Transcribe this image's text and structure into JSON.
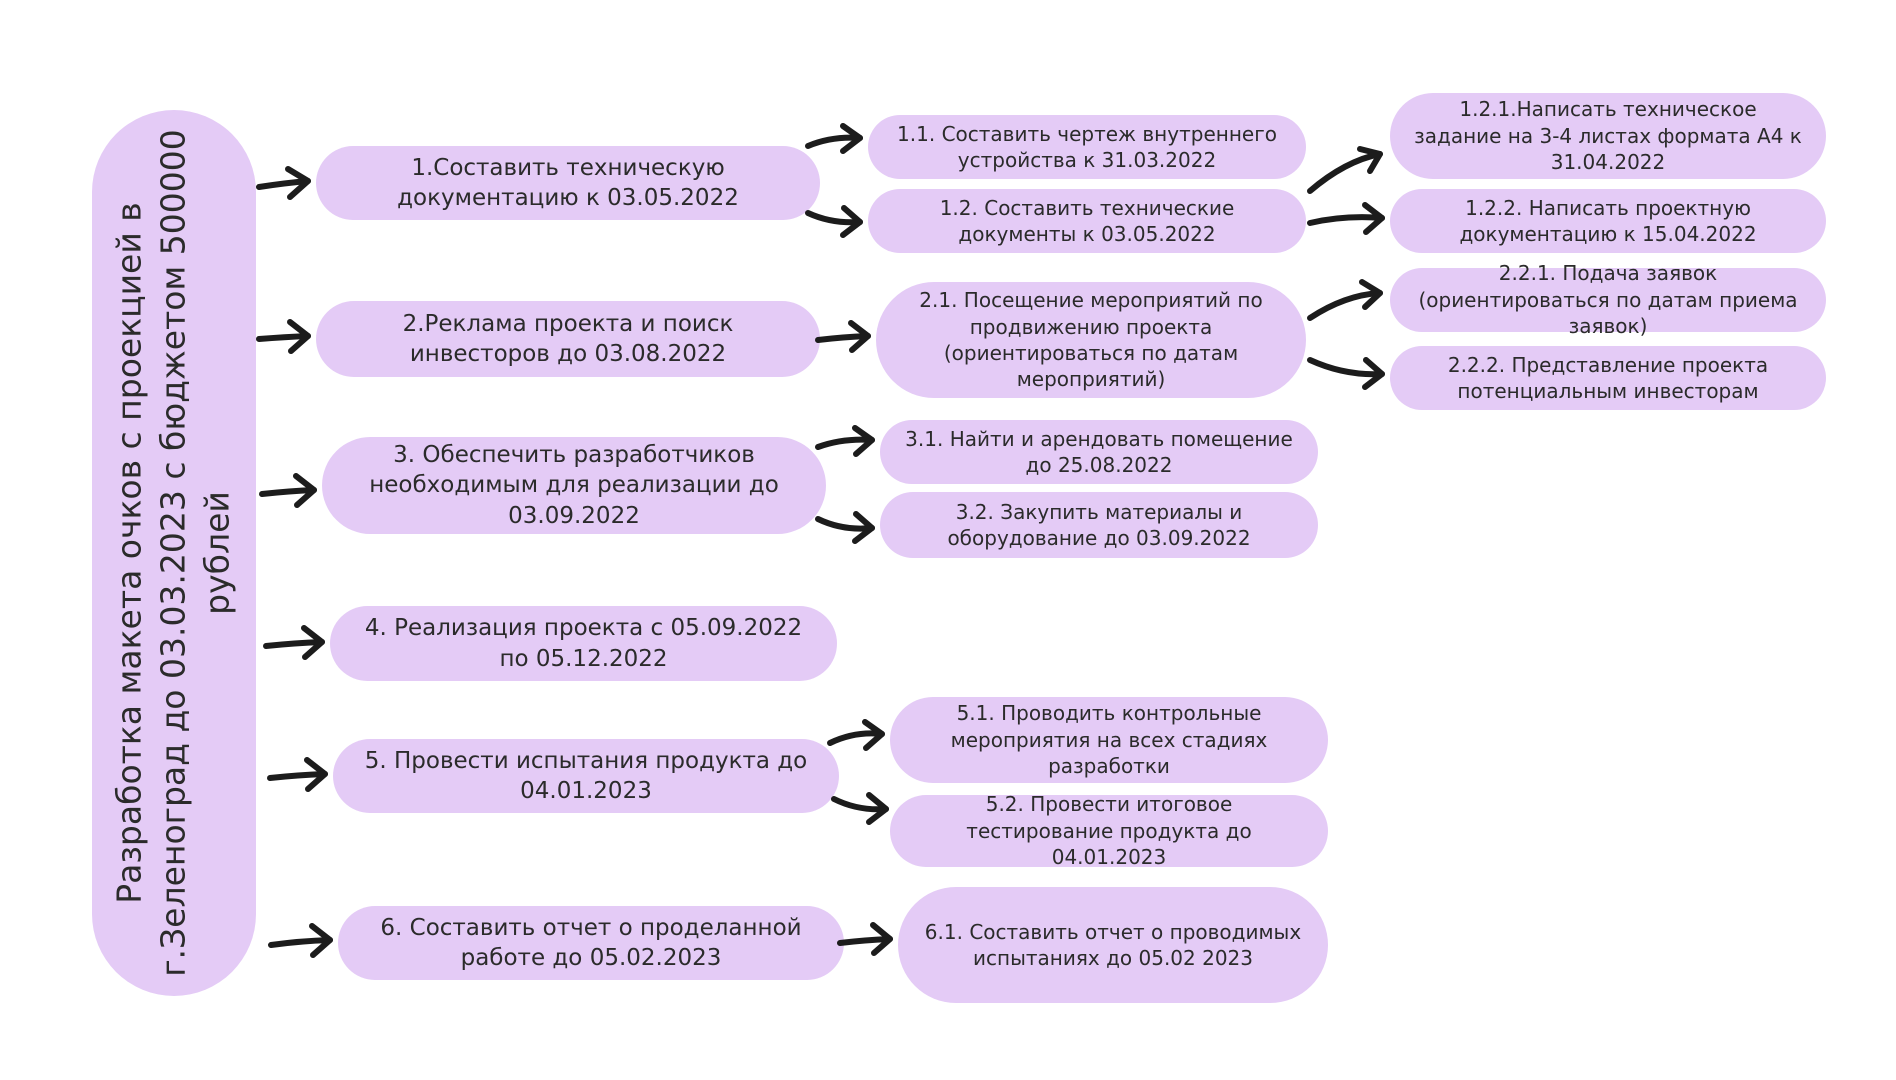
{
  "root": {
    "text": "Разработка макета очков с проекцией в г.Зеленоград до 03.03.2023 с бюджетом 500000 рублей"
  },
  "tasks": {
    "t1": "1.Составить техническую документацию к 03.05.2022",
    "t2": "2.Реклама проекта и поиск инвесторов до 03.08.2022",
    "t3": "3. Обеспечить разработчиков необходимым для реализации до 03.09.2022",
    "t4": "4. Реализация проекта с 05.09.2022 по 05.12.2022",
    "t5": "5. Провести испытания продукта до 04.01.2023",
    "t6": "6. Составить отчет о проделанной работе до 05.02.2023"
  },
  "subtasks": {
    "s1_1": "1.1. Составить чертеж внутреннего устройства к 31.03.2022",
    "s1_2": "1.2. Составить технические документы к 03.05.2022",
    "s2_1": "2.1. Посещение мероприятий по продвижению проекта (ориентироваться по датам мероприятий)",
    "s3_1": "3.1. Найти и арендовать помещение до 25.08.2022",
    "s3_2": "3.2. Закупить материалы и оборудование до 03.09.2022",
    "s5_1": "5.1. Проводить контрольные мероприятия на всех стадиях разработки",
    "s5_2": "5.2. Провести итоговое тестирование продукта до 04.01.2023",
    "s6_1": "6.1. Составить отчет о проводимых испытаниях до 05.02 2023"
  },
  "subsubtasks": {
    "s1_2_1": "1.2.1.Написать техническое задание на 3-4 листах формата А4 к 31.04.2022",
    "s1_2_2": "1.2.2. Написать проектную документацию к 15.04.2022",
    "s2_2_1": "2.2.1. Подача заявок (ориентироваться по датам приема заявок)",
    "s2_2_2": "2.2.2. Представление проекта потенциальным инвесторам"
  },
  "colors": {
    "node_fill": "#e4cbf6",
    "arrow": "#1c1c1c",
    "text": "#2b2b2b"
  }
}
